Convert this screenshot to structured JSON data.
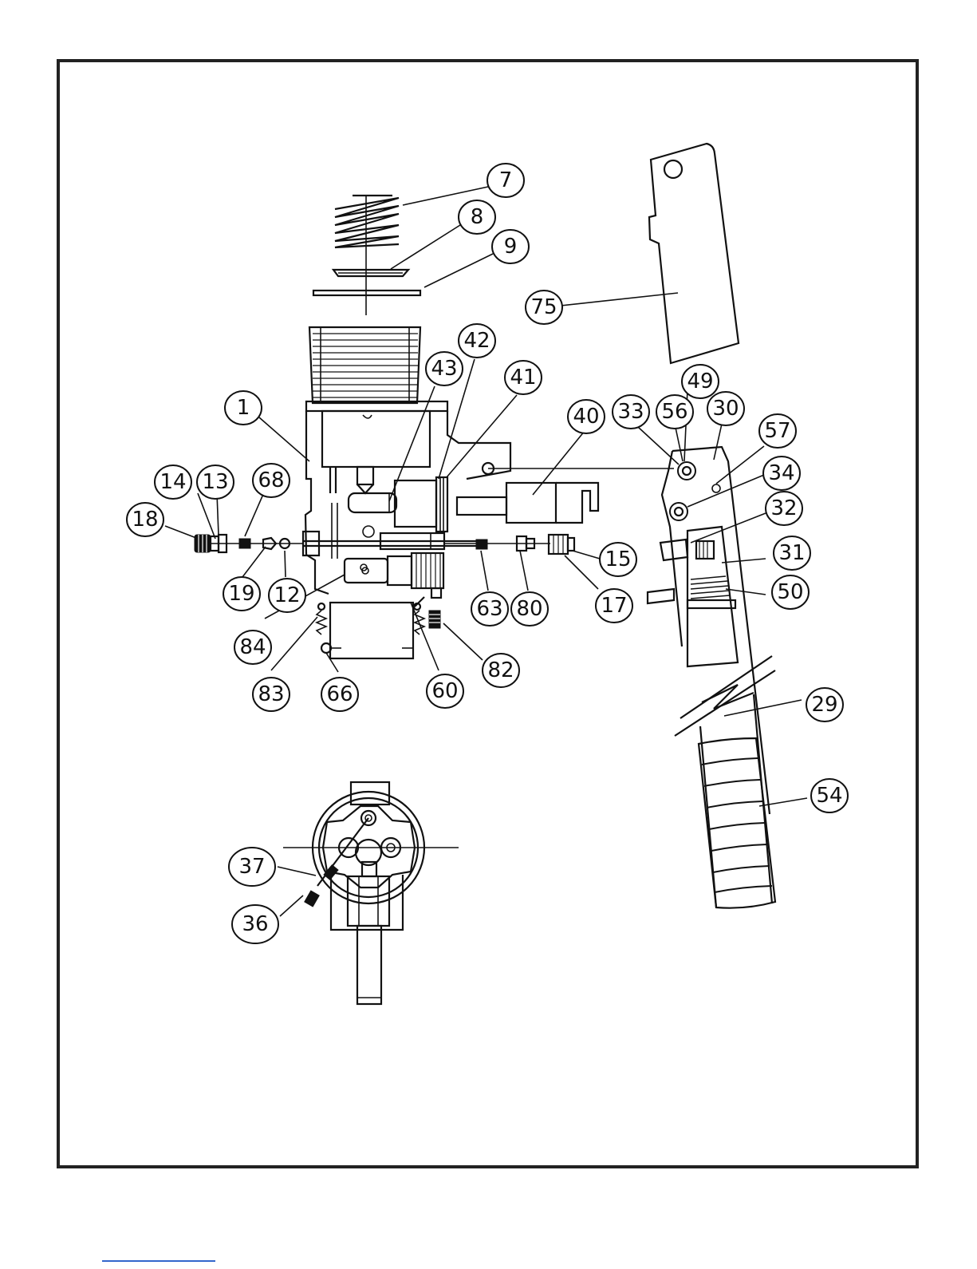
{
  "diagram": {
    "callouts": [
      {
        "id": "7",
        "label": "7"
      },
      {
        "id": "8",
        "label": "8"
      },
      {
        "id": "9",
        "label": "9"
      },
      {
        "id": "75",
        "label": "75"
      },
      {
        "id": "43",
        "label": "43"
      },
      {
        "id": "42",
        "label": "42"
      },
      {
        "id": "41",
        "label": "41"
      },
      {
        "id": "49",
        "label": "49"
      },
      {
        "id": "40",
        "label": "40"
      },
      {
        "id": "33",
        "label": "33"
      },
      {
        "id": "56",
        "label": "56"
      },
      {
        "id": "30",
        "label": "30"
      },
      {
        "id": "1",
        "label": "1"
      },
      {
        "id": "57",
        "label": "57"
      },
      {
        "id": "14",
        "label": "14"
      },
      {
        "id": "13",
        "label": "13"
      },
      {
        "id": "68",
        "label": "68"
      },
      {
        "id": "34",
        "label": "34"
      },
      {
        "id": "18",
        "label": "18"
      },
      {
        "id": "32",
        "label": "32"
      },
      {
        "id": "15",
        "label": "15"
      },
      {
        "id": "31",
        "label": "31"
      },
      {
        "id": "19",
        "label": "19"
      },
      {
        "id": "12",
        "label": "12"
      },
      {
        "id": "50",
        "label": "50"
      },
      {
        "id": "63",
        "label": "63"
      },
      {
        "id": "80",
        "label": "80"
      },
      {
        "id": "17",
        "label": "17"
      },
      {
        "id": "84",
        "label": "84"
      },
      {
        "id": "82",
        "label": "82"
      },
      {
        "id": "83",
        "label": "83"
      },
      {
        "id": "66",
        "label": "66"
      },
      {
        "id": "60",
        "label": "60"
      },
      {
        "id": "29",
        "label": "29"
      },
      {
        "id": "54",
        "label": "54"
      },
      {
        "id": "37",
        "label": "37"
      },
      {
        "id": "36",
        "label": "36"
      }
    ]
  },
  "colors": {
    "line": "#111111",
    "background": "#ffffff",
    "footer_link": "#3366cc"
  }
}
